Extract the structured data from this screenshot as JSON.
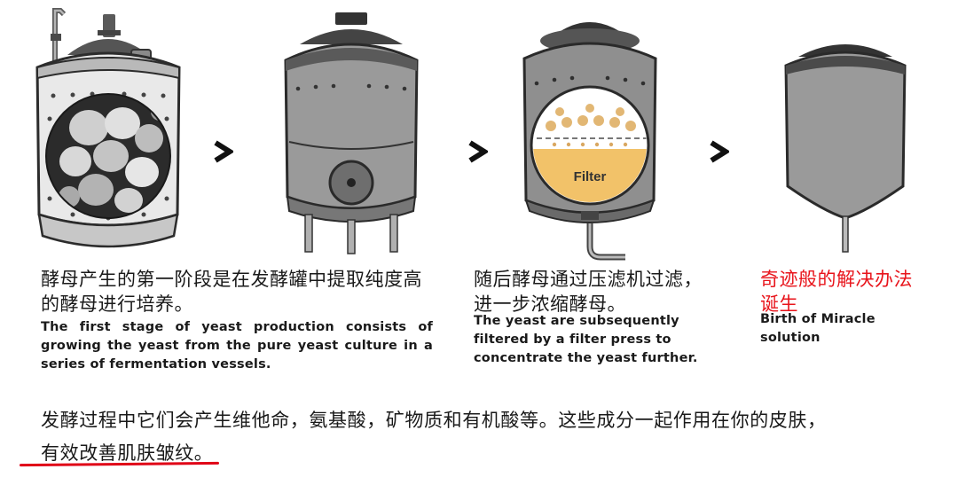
{
  "stages": [
    {
      "zh": "酵母产生的第一阶段是在发酵罐中提取纯度高的酵母进行培养。",
      "en": "The first stage of yeast production consists of growing the yeast from the pure yeast culture in a series of fermentation vessels."
    },
    {
      "zh": "随后酵母通过压滤机过滤，进一步浓缩酵母。",
      "en": "The yeast are subsequently filtered by a filter press to concentrate the yeast further."
    },
    {
      "zh": "奇迹般的解决办法诞生",
      "en": "Birth of Miracle solution"
    }
  ],
  "filter_label": "Filter",
  "bottom_text_line1": "发酵过程中它们会产生维他命，氨基酸，矿物质和有机酸等。这些成分一起作用在你的皮肤，",
  "bottom_text_line2": "有效改善肌肤皱纹。",
  "colors": {
    "tank_body": "#9a9a9a",
    "tank_dark": "#3a3a3a",
    "filter_fill": "#f2c269",
    "highlight_red": "#e8141b"
  }
}
